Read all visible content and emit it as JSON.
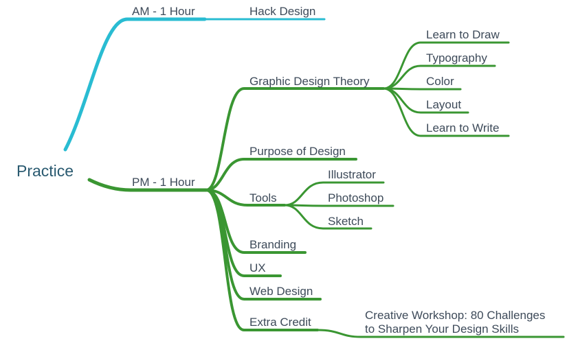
{
  "root": {
    "label": "Practice"
  },
  "colors": {
    "am_branch": "#29bcd2",
    "pm_branch": "#3a9632",
    "text": "#3d4a59",
    "root_text": "#2a5a70"
  },
  "am": {
    "label": "AM - 1 Hour",
    "children": [
      {
        "label": "Hack Design"
      }
    ]
  },
  "pm": {
    "label": "PM - 1 Hour",
    "children": [
      {
        "label": "Graphic Design Theory",
        "children": [
          {
            "label": "Learn to Draw"
          },
          {
            "label": "Typography"
          },
          {
            "label": "Color"
          },
          {
            "label": "Layout"
          },
          {
            "label": "Learn to Write"
          }
        ]
      },
      {
        "label": "Purpose of Design"
      },
      {
        "label": "Tools",
        "children": [
          {
            "label": "Illustrator"
          },
          {
            "label": "Photoshop"
          },
          {
            "label": "Sketch"
          }
        ]
      },
      {
        "label": "Branding"
      },
      {
        "label": "UX"
      },
      {
        "label": "Web Design"
      },
      {
        "label": "Extra Credit",
        "children": [
          {
            "line1": "Creative Workshop: 80 Challenges",
            "line2": "to Sharpen Your Design Skills"
          }
        ]
      }
    ]
  }
}
